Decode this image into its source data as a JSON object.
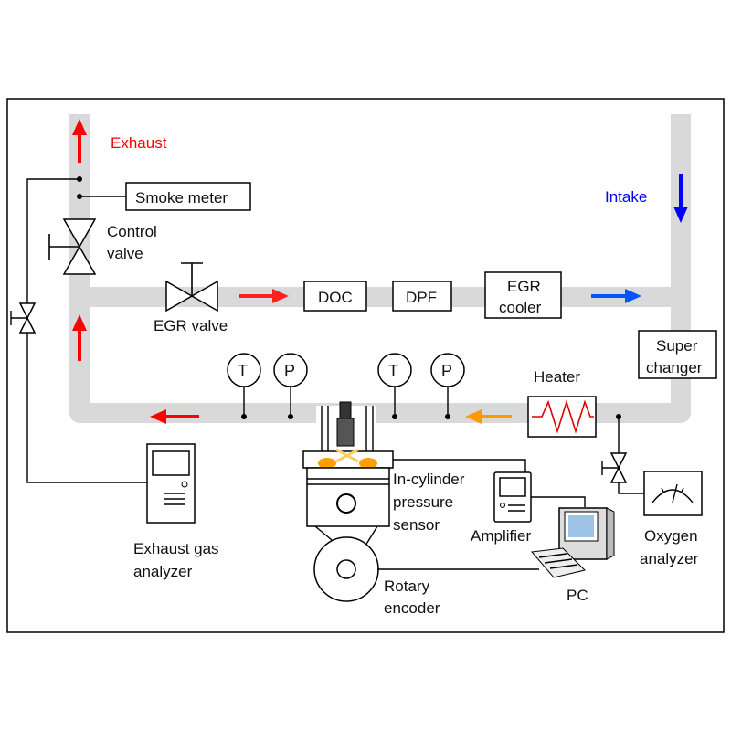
{
  "labels": {
    "exhaust": "Exhaust",
    "intake": "Intake",
    "smoke_meter": "Smoke meter",
    "control_valve_1": "Control",
    "control_valve_2": "valve",
    "egr_valve": "EGR valve",
    "doc": "DOC",
    "dpf": "DPF",
    "egr_cooler_1": "EGR",
    "egr_cooler_2": "cooler",
    "super_changer_1": "Super",
    "super_changer_2": "changer",
    "heater": "Heater",
    "temp_sensor": "T",
    "pressure_sensor": "P",
    "in_cylinder_1": "In-cylinder",
    "in_cylinder_2": "pressure",
    "in_cylinder_3": "sensor",
    "amplifier": "Amplifier",
    "oxygen_1": "Oxygen",
    "oxygen_2": "analyzer",
    "exhaust_gas_1": "Exhaust gas",
    "exhaust_gas_2": "analyzer",
    "rotary_1": "Rotary",
    "rotary_2": "encoder",
    "pc": "PC"
  },
  "colors": {
    "exhaust_arrow": "#ff0000",
    "intake_arrow": "#0000ff",
    "flow_egr_arrow": "#ff2020",
    "intake_flow_arrow": "#0055ff",
    "heated_flow_arrow": "#ff9900",
    "pipe": "#d9d9d9"
  }
}
